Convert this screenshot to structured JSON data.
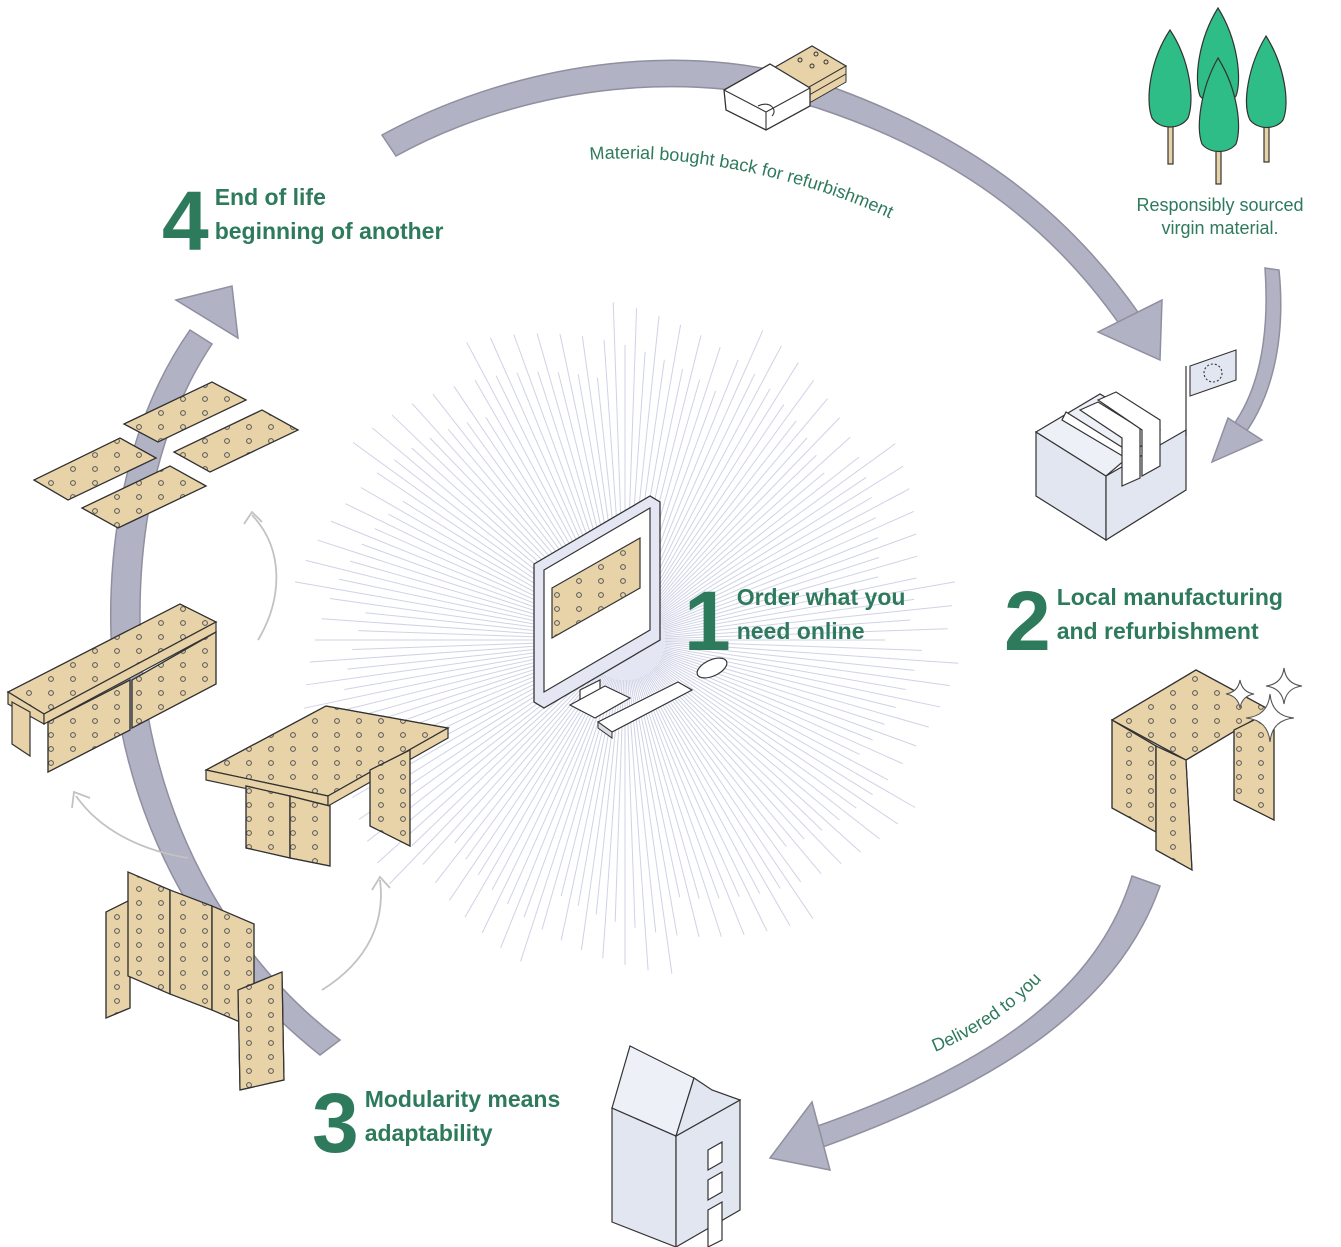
{
  "steps": [
    {
      "number": "1",
      "line1": "Order what you",
      "line2": "need online"
    },
    {
      "number": "2",
      "line1": "Local manufacturing",
      "line2": "and refurbishment"
    },
    {
      "number": "3",
      "line1": "Modularity means",
      "line2": "adaptability"
    },
    {
      "number": "4",
      "line1": "End of life",
      "line2": "beginning of another"
    }
  ],
  "notes": {
    "buy_back": "Material bought back for refurbishment",
    "sourced_line1": "Responsibly sourced",
    "sourced_line2": "virgin material.",
    "delivered": "Delivered to you"
  },
  "colors": {
    "accent_green": "#2e7a5c",
    "tree_green": "#2fbd87",
    "arrow_grey": "#b1b2c3",
    "plywood": "#e8d3a9",
    "building_blue": "#e2e6f1"
  },
  "icons": [
    "computer-icon",
    "trees-icon",
    "factory-icon",
    "eu-flag-icon",
    "house-icon",
    "sparkle-icon",
    "material-stack-icon"
  ]
}
